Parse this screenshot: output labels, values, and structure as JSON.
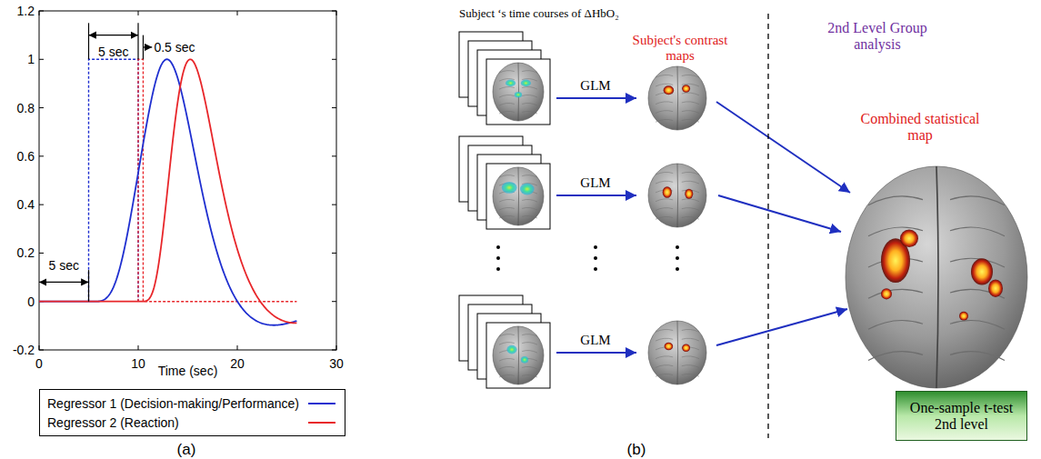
{
  "diagram": {
    "nodes": [
      {
        "text": [
          "One-sample t-test 2nd level"
        ]
      }
    ],
    "labels": [
      "1.2",
      "1",
      "0.8",
      "0.6",
      "0.4",
      "0.2",
      "0",
      "-0.2",
      "0",
      "10",
      "20",
      "30",
      "Time (sec)",
      "5 sec",
      "0.5 sec",
      "5 sec",
      "(a)",
      "Subject ‘s time courses of ΔHbO₂",
      "GLM",
      "GLM",
      "GLM",
      "Subject's contrast maps",
      "2nd Level Group analysis",
      "Combined statistical map",
      "(b)"
    ],
    "legend": [
      {
        "text": "Regressor 1 (Decision-making/Performance)"
      },
      {
        "text": "Regressor 2 (Reaction)"
      }
    ]
  }
}
